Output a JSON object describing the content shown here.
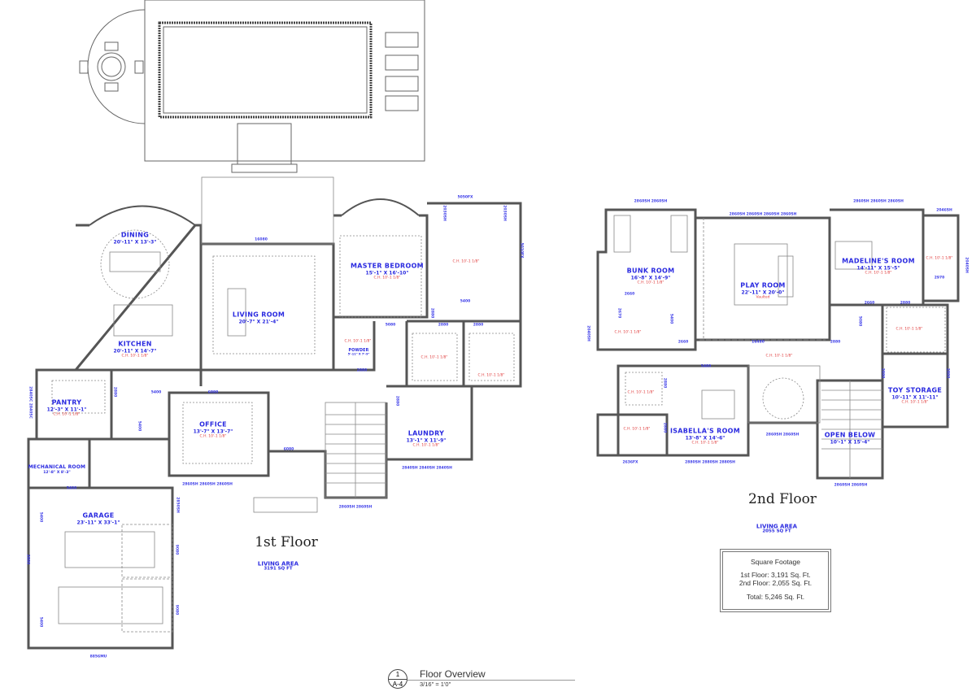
{
  "drawing": {
    "title": "Floor Overview",
    "scale": "3/16\" = 1'0\"",
    "detail_number": "1",
    "sheet": "A-4"
  },
  "colors": {
    "room_label": "#2a2ae0",
    "ceiling_height": "#e03c3c",
    "wall": "#555555"
  },
  "first_floor": {
    "title": "1st Floor",
    "living_area_label": "LIVING AREA",
    "living_area_value": "3191 SQ FT",
    "rooms": [
      {
        "name": "DINING",
        "dims": "20'-11\" X 13'-3\"",
        "ch": ""
      },
      {
        "name": "KITCHEN",
        "dims": "20'-11\" X 14'-7\"",
        "ch": "C.H. 10'-1 1/8\""
      },
      {
        "name": "LIVING ROOM",
        "dims": "20'-7\" X 21'-4\"",
        "ch": ""
      },
      {
        "name": "MASTER BEDROOM",
        "dims": "15'-1\" X 16'-10\"",
        "ch": "C.H. 10'-1 1/8\""
      },
      {
        "name": "POWDER",
        "dims": "5'-11\" X 7'-9\"",
        "ch": ""
      },
      {
        "name": "PANTRY",
        "dims": "12'-3\" X 11'-1\"",
        "ch": "C.H. 10'-1 1/8\""
      },
      {
        "name": "OFFICE",
        "dims": "13'-7\" X 13'-7\"",
        "ch": "C.H. 10'-1 1/8\""
      },
      {
        "name": "MECHANICAL ROOM",
        "dims": "12'-8\" X 8'-3\"",
        "ch": ""
      },
      {
        "name": "LAUNDRY",
        "dims": "13'-1\" X 11'-9\"",
        "ch": "C.H. 10'-1 1/8\""
      },
      {
        "name": "GARAGE",
        "dims": "23'-11\" X 33'-1\"",
        "ch": ""
      }
    ],
    "ceiling_notes": [
      "C.H. 10'-1 1/8\"",
      "C.H. 10'-1 1/8\"",
      "C.H. 10'-1 1/8\"",
      "C.H. 10'-1 1/8\""
    ],
    "tags": [
      "16080",
      "5050FX",
      "2030SH",
      "2030SH",
      "5010FX",
      "5400",
      "2880",
      "2880",
      "2880",
      "5080",
      "2880",
      "6080",
      "6080",
      "5400",
      "2880",
      "2880",
      "5400",
      "2840SH 2840SH 2840SH",
      "2860SH 2860SH 2860SH",
      "2860SH 2860SH",
      "2840SC 2840SC",
      "5400",
      "9080",
      "9080",
      "2880",
      "5400",
      "5400",
      "8856MU",
      "2850SH"
    ]
  },
  "second_floor": {
    "title": "2nd Floor",
    "living_area_label": "LIVING AREA",
    "living_area_value": "2055 SQ FT",
    "rooms": [
      {
        "name": "BUNK ROOM",
        "dims": "16'-8\" X 14'-9\"",
        "ch": "C.H. 10'-1 1/8\""
      },
      {
        "name": "PLAY ROOM",
        "dims": "22'-11\" X 20'-0\"",
        "ch": "Vaulted"
      },
      {
        "name": "MADELINE'S ROOM",
        "dims": "14'-11\" X 15'-5\"",
        "ch": "C.H. 10'-1 1/8\""
      },
      {
        "name": "ISABELLA'S ROOM",
        "dims": "13'-8\" X 14'-6\"",
        "ch": "C.H. 10'-1 1/8\""
      },
      {
        "name": "TOY STORAGE",
        "dims": "10'-11\" X 11'-11\"",
        "ch": "C.H. 10'-1 1/8\""
      },
      {
        "name": "OPEN BELOW",
        "dims": "10'-1\" X 15'-4\"",
        "ch": ""
      }
    ],
    "ceiling_notes": [
      "C.H. 10'-1 1/8\"",
      "C.H. 10'-1 1/8\"",
      "C.H. 10'-1 1/8\"",
      "C.H. 10'-1 1/8\"",
      "C.H. 10'-1 1/8\"",
      "C.H. 10'-1 1/8\""
    ],
    "tags": [
      "2860SH 2860SH",
      "2860SH 2860SH 2860SH 2860SH",
      "2860SH 2860SH 2860SH",
      "2046SH",
      "2040SH",
      "2040SH",
      "2660",
      "2670",
      "5400",
      "2660",
      "16480",
      "2880",
      "5080",
      "2660",
      "2880",
      "2970",
      "5480",
      "2880",
      "2880",
      "2880",
      "2880",
      "2636FX",
      "2880SH 2880SH 2880SH",
      "2860SH 2860SH",
      "2860SH 2860SH"
    ]
  },
  "square_footage": {
    "title": "Square Footage",
    "first": "1st Floor: 3,191 Sq. Ft.",
    "second": "2nd Floor: 2,055 Sq. Ft.",
    "total": "Total: 5,246 Sq. Ft."
  }
}
